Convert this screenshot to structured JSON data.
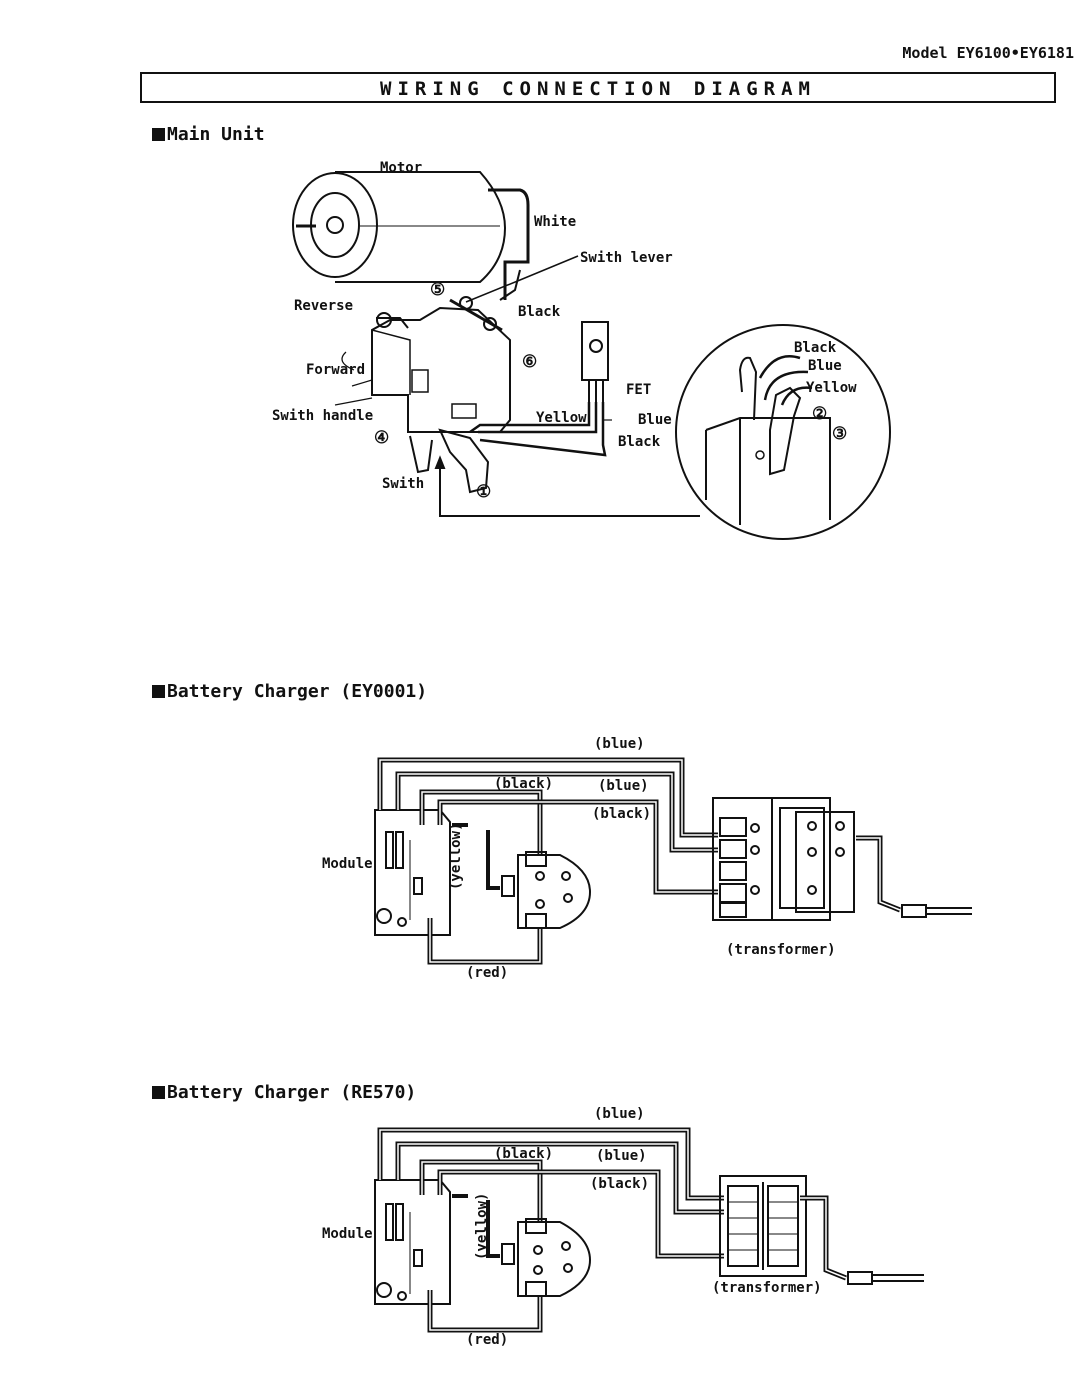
{
  "header": {
    "model": "Model EY6100•EY6181",
    "title": "WIRING  CONNECTION  DIAGRAM"
  },
  "main_unit": {
    "heading": "Main Unit",
    "labels": {
      "motor": "Motor",
      "white": "White",
      "switch_lever": "Swith lever",
      "reverse": "Reverse",
      "forward": "Forward",
      "switch_handle": "Swith handle",
      "switch": "Swith",
      "black": "Black",
      "fet": "FET",
      "yellow": "Yellow",
      "blue": "Blue",
      "black2": "Black",
      "detail_black": "Black",
      "detail_blue": "Blue",
      "detail_yellow": "Yellow"
    },
    "terminals": [
      "①",
      "②",
      "③",
      "④",
      "⑤",
      "⑥"
    ]
  },
  "charger_ey0001": {
    "heading": "Battery Charger (EY0001)",
    "wires": {
      "blue_top": "(blue)",
      "black_upper": "(black)",
      "blue_mid": "(blue)",
      "black_lower": "(black)",
      "yellow": "(yellow)",
      "red": "(red)"
    },
    "module": "Module",
    "transformer": "(transformer)"
  },
  "charger_re570": {
    "heading": "Battery Charger (RE570)",
    "wires": {
      "blue_top": "(blue)",
      "black_upper": "(black)",
      "blue_mid": "(blue)",
      "black_lower": "(black)",
      "yellow": "(yellow)",
      "red": "(red)"
    },
    "module": "Module",
    "transformer": "(transformer)"
  },
  "colors": {
    "ink": "#111111",
    "paper": "#ffffff"
  }
}
